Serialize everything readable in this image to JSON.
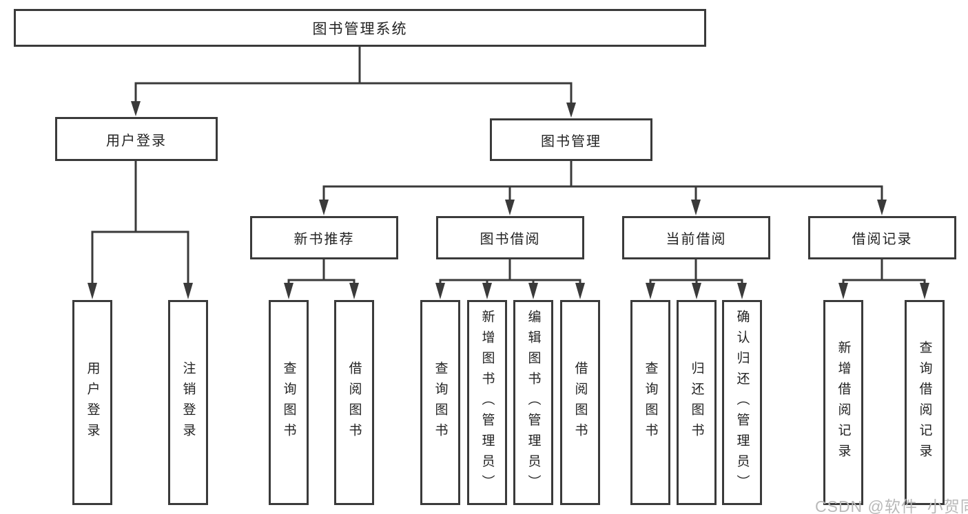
{
  "diagram": {
    "root": {
      "label": "图书管理系统"
    },
    "branches": [
      {
        "label": "用户登录",
        "leaves": [
          {
            "label": "用户登录"
          },
          {
            "label": "注销登录"
          }
        ]
      },
      {
        "label": "图书管理",
        "groups": [
          {
            "label": "新书推荐",
            "leaves": [
              {
                "label": "查询图书"
              },
              {
                "label": "借阅图书"
              }
            ]
          },
          {
            "label": "图书借阅",
            "leaves": [
              {
                "label": "查询图书"
              },
              {
                "label": "新增图书（管理员）"
              },
              {
                "label": "编辑图书（管理员）"
              },
              {
                "label": "借阅图书"
              }
            ]
          },
          {
            "label": "当前借阅",
            "leaves": [
              {
                "label": "查询图书"
              },
              {
                "label": "归还图书"
              },
              {
                "label": "确认归还（管理员）"
              }
            ]
          },
          {
            "label": "借阅记录",
            "leaves": [
              {
                "label": "新增借阅记录"
              },
              {
                "label": "查询借阅记录"
              }
            ]
          }
        ]
      }
    ]
  },
  "watermark": {
    "text": "CSDN @软件_小贺同学",
    "color": "#b9b9b9"
  },
  "colors": {
    "line": "#3a3a3a",
    "text": "#232323",
    "background": "#ffffff"
  }
}
